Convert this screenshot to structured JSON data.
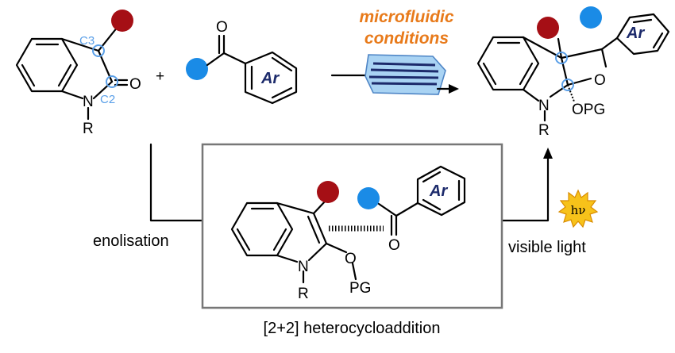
{
  "colors": {
    "red_substituent": "#a50f15",
    "blue_substituent": "#1a8be6",
    "carbon_marker": "#5a9fe8",
    "conditions_text": "#e87a1a",
    "aryl_text": "#1c2a6b",
    "sun": "#f7c21a"
  },
  "conditions": {
    "line1": "microfluidic",
    "line2": "conditions"
  },
  "atoms": {
    "c3": "C3",
    "c2": "C2",
    "oxo": "O",
    "nitrogen": "N",
    "r_group": "R",
    "ketone_oxygen": "O",
    "aryl": "Ar",
    "plus": "+",
    "oxetane_oxygen": "O",
    "opg": "OPG",
    "enol_oxygen": "O",
    "pg": "PG"
  },
  "icons": {
    "sun": "sun-icon",
    "reactor": "microfluidic-chip-icon",
    "arrow": "arrow-icon"
  },
  "labels": {
    "enolisation": "enolisation",
    "visible_light": "visible light",
    "hv": "hν",
    "box_caption": "[2+2] heterocycloaddition"
  }
}
